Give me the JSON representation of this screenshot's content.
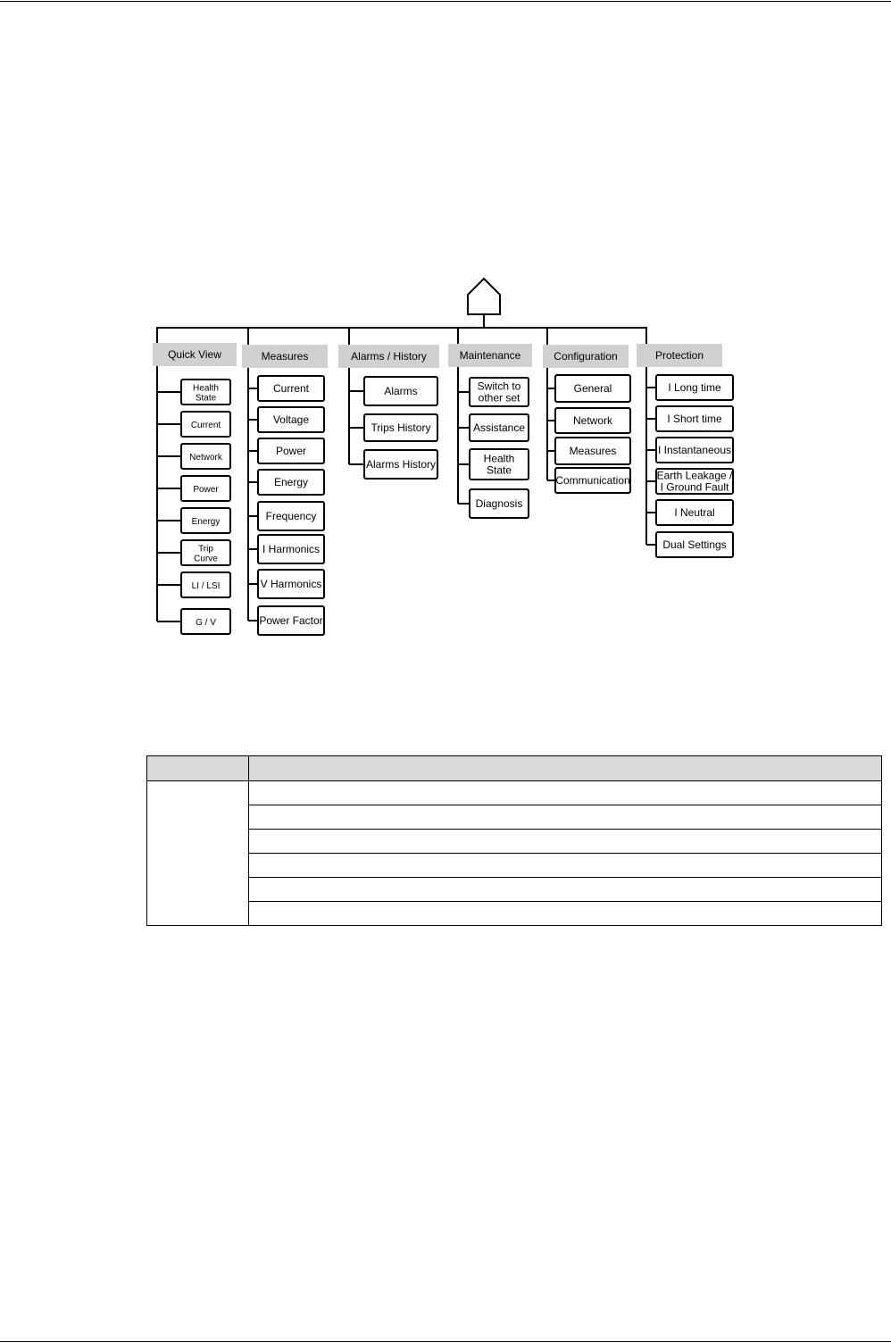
{
  "diagram": {
    "root_icon": "home-icon",
    "menus": [
      {
        "id": "quick-view",
        "label": "Quick View",
        "items": [
          {
            "id": "health-state",
            "lines": [
              "Health",
              "State"
            ]
          },
          {
            "id": "current",
            "lines": [
              "Current"
            ]
          },
          {
            "id": "network",
            "lines": [
              "Network"
            ]
          },
          {
            "id": "power",
            "lines": [
              "Power"
            ]
          },
          {
            "id": "energy",
            "lines": [
              "Energy"
            ]
          },
          {
            "id": "trip-curve",
            "lines": [
              "Trip",
              "Curve"
            ]
          },
          {
            "id": "li-lsi",
            "lines": [
              "LI / LSI"
            ]
          },
          {
            "id": "g-v",
            "lines": [
              "G / V"
            ]
          }
        ]
      },
      {
        "id": "measures",
        "label": "Measures",
        "items": [
          {
            "id": "current",
            "lines": [
              "Current"
            ]
          },
          {
            "id": "voltage",
            "lines": [
              "Voltage"
            ]
          },
          {
            "id": "power",
            "lines": [
              "Power"
            ]
          },
          {
            "id": "energy",
            "lines": [
              "Energy"
            ]
          },
          {
            "id": "frequency",
            "lines": [
              "Frequency"
            ]
          },
          {
            "id": "i-harmonics",
            "lines": [
              "I Harmonics"
            ]
          },
          {
            "id": "v-harmonics",
            "lines": [
              "V Harmonics"
            ]
          },
          {
            "id": "power-factor",
            "lines": [
              "Power Factor"
            ]
          }
        ]
      },
      {
        "id": "alarms-history",
        "label": "Alarms / History",
        "items": [
          {
            "id": "alarms",
            "lines": [
              "Alarms"
            ]
          },
          {
            "id": "trips-history",
            "lines": [
              "Trips History"
            ]
          },
          {
            "id": "alarms-history",
            "lines": [
              "Alarms History"
            ]
          }
        ]
      },
      {
        "id": "maintenance",
        "label": "Maintenance",
        "items": [
          {
            "id": "switch-to-other-set",
            "lines": [
              "Switch to",
              "other set"
            ]
          },
          {
            "id": "assistance",
            "lines": [
              "Assistance"
            ]
          },
          {
            "id": "health-state",
            "lines": [
              "Health",
              "State"
            ]
          },
          {
            "id": "diagnosis",
            "lines": [
              "Diagnosis"
            ]
          }
        ]
      },
      {
        "id": "configuration",
        "label": "Configuration",
        "items": [
          {
            "id": "general",
            "lines": [
              "General"
            ]
          },
          {
            "id": "network",
            "lines": [
              "Network"
            ]
          },
          {
            "id": "measures",
            "lines": [
              "Measures"
            ]
          },
          {
            "id": "communication",
            "lines": [
              "Communication"
            ]
          }
        ]
      },
      {
        "id": "protection",
        "label": "Protection",
        "items": [
          {
            "id": "i-long-time",
            "lines": [
              "I Long time"
            ]
          },
          {
            "id": "i-short-time",
            "lines": [
              "I Short time"
            ]
          },
          {
            "id": "i-instantaneous",
            "lines": [
              "I Instantaneous"
            ]
          },
          {
            "id": "earth-leakage-ground-fault",
            "lines": [
              "Earth Leakage /",
              "I Ground Fault"
            ]
          },
          {
            "id": "i-neutral",
            "lines": [
              "I Neutral"
            ]
          },
          {
            "id": "dual-settings",
            "lines": [
              "Dual Settings"
            ]
          }
        ]
      }
    ]
  },
  "table": {
    "header": [
      "",
      ""
    ],
    "rows": [
      [
        "",
        ""
      ],
      [
        "",
        ""
      ],
      [
        "",
        ""
      ],
      [
        "",
        ""
      ],
      [
        "",
        ""
      ],
      [
        "",
        ""
      ]
    ]
  }
}
